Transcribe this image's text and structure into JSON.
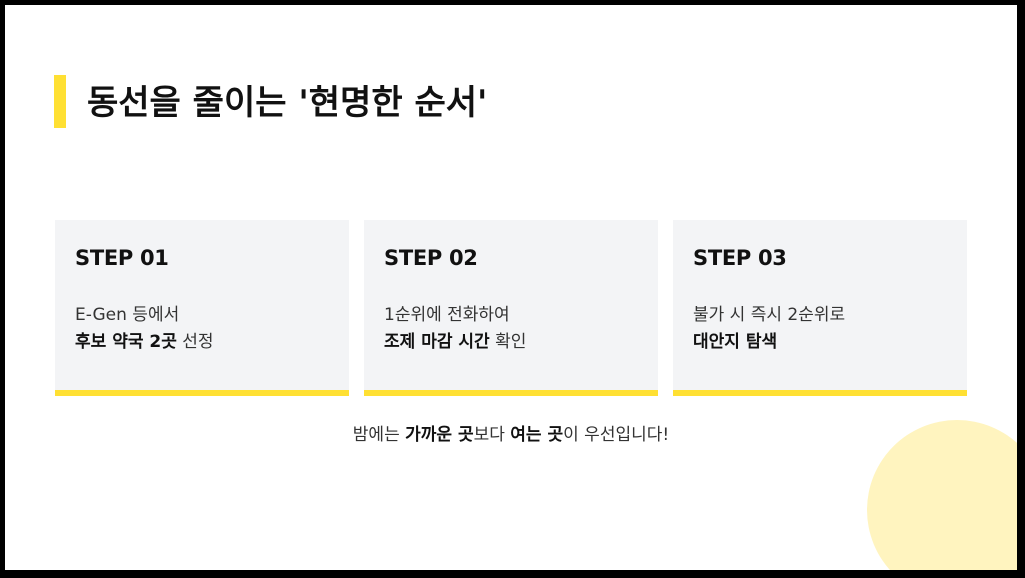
{
  "title": "동선을 줄이는 '현명한 순서'",
  "colors": {
    "accent": "#FFE033",
    "card_bg": "#F3F4F6",
    "deco": "#FFF4BF"
  },
  "steps": [
    {
      "label": "STEP 01",
      "line1": "E-Gen 등에서",
      "line2_bold": "후보 약국 2곳",
      "line2_rest": " 선정"
    },
    {
      "label": "STEP 02",
      "line1": "1순위에 전화하여",
      "line2_bold": "조제 마감 시간",
      "line2_rest": " 확인"
    },
    {
      "label": "STEP 03",
      "line1": "불가 시 즉시 2순위로",
      "line2_bold": "대안지 탐색",
      "line2_rest": ""
    }
  ],
  "note": {
    "p1": "밤에는 ",
    "b1": "가까운 곳",
    "p2": "보다 ",
    "b2": "여는 곳",
    "p3": "이 우선입니다!"
  }
}
